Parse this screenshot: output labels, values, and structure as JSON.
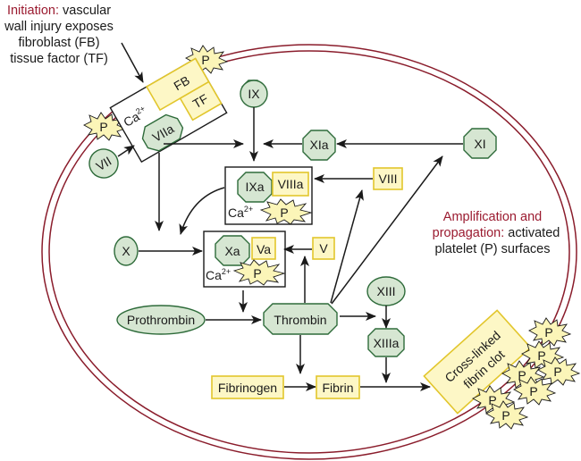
{
  "title": "Coagulation cascade on cell and platelet surfaces",
  "colors": {
    "membrane": "#8a1c2b",
    "accent_text": "#9b1b30",
    "protein_fill": "#d6e6d2",
    "protein_stroke": "#2e6b3a",
    "cofactor_fill": "#fdf7c6",
    "cofactor_stroke": "#e2c62c",
    "platelet_fill": "#fbf5b8"
  },
  "captions": {
    "initiation": {
      "accent": "Initiation:",
      "line1_rest": " vascular",
      "line2": "wall injury exposes",
      "line3": "fibroblast (FB)",
      "line4": "tissue factor (TF)"
    },
    "amplification": {
      "line1": "Amplification and",
      "line2_accent": "propagation:",
      "line2_rest": " activated",
      "line3": "platelet (P) surfaces"
    }
  },
  "nodes": {
    "fb": "FB",
    "tf": "TF",
    "ca_tf": "Ca",
    "ca_sup": "2+",
    "viia": "VIIa",
    "vii": "VII",
    "ix": "IX",
    "xia": "XIa",
    "xi": "XI",
    "ixa": "IXa",
    "viiia": "VIIIa",
    "viii": "VIII",
    "x": "X",
    "xa": "Xa",
    "va": "Va",
    "v": "V",
    "prothrombin": "Prothrombin",
    "thrombin": "Thrombin",
    "xiii": "XIII",
    "xiiia": "XIIIa",
    "fibrinogen": "Fibrinogen",
    "fibrin": "Fibrin",
    "clot_line1": "Cross-linked",
    "clot_line2": "fibrin clot",
    "platelet": "P"
  }
}
